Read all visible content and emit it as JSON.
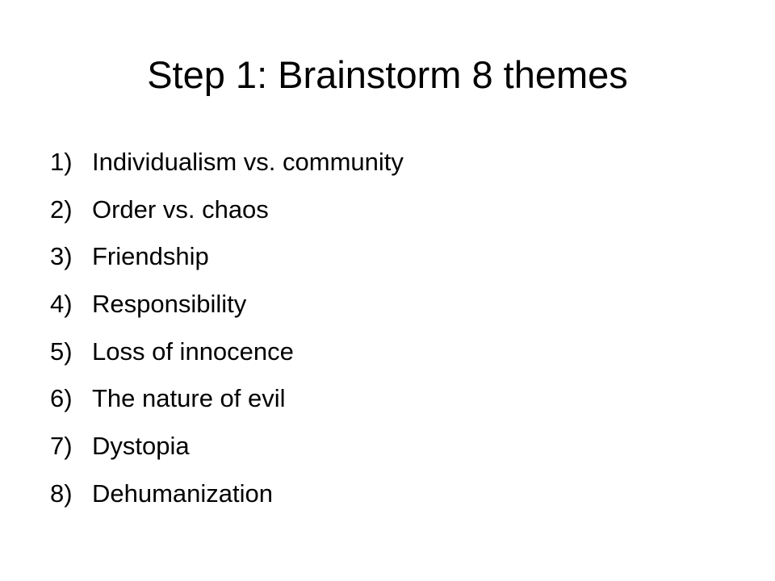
{
  "slide": {
    "title": "Step 1: Brainstorm 8 themes",
    "items": [
      {
        "number": "1)",
        "text": "Individualism vs. community"
      },
      {
        "number": "2)",
        "text": "Order vs. chaos"
      },
      {
        "number": "3)",
        "text": "Friendship"
      },
      {
        "number": "4)",
        "text": "Responsibility"
      },
      {
        "number": "5)",
        "text": "Loss of innocence"
      },
      {
        "number": "6)",
        "text": "The nature of evil"
      },
      {
        "number": "7)",
        "text": "Dystopia"
      },
      {
        "number": "8)",
        "text": "Dehumanization"
      }
    ]
  }
}
